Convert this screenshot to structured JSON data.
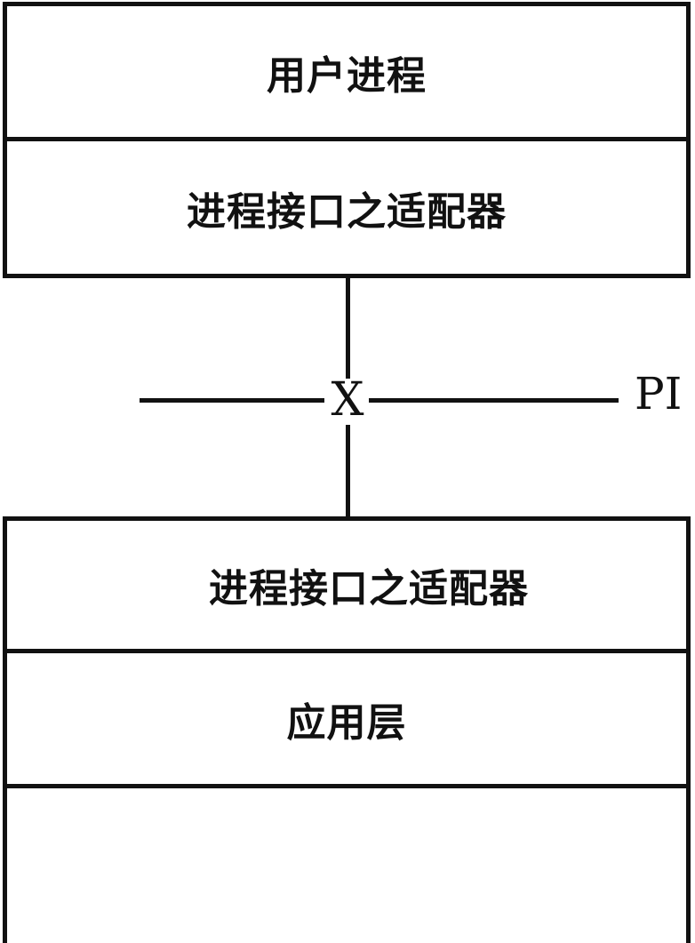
{
  "diagram": {
    "upper_stack": {
      "layers": [
        {
          "label": "用户进程"
        },
        {
          "label": "进程接口之适配器"
        }
      ]
    },
    "lower_stack": {
      "layers": [
        {
          "label": "进程接口之适配器"
        },
        {
          "label": "应用层"
        },
        {
          "label": ""
        }
      ]
    },
    "connection": {
      "cross_label": "X",
      "interface_label": "PI"
    },
    "colors": {
      "line": "#111111",
      "background": "#ffffff"
    }
  }
}
